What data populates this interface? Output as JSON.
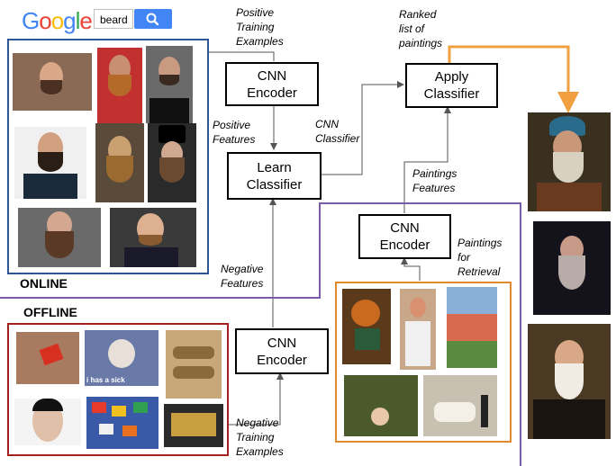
{
  "search": {
    "logo_letters": [
      {
        "ch": "G",
        "color": "#4285F4"
      },
      {
        "ch": "o",
        "color": "#EA4335"
      },
      {
        "ch": "o",
        "color": "#FBBC05"
      },
      {
        "ch": "g",
        "color": "#4285F4"
      },
      {
        "ch": "l",
        "color": "#34A853"
      },
      {
        "ch": "e",
        "color": "#EA4335"
      }
    ],
    "query": "beard",
    "button_color": "#4285F4"
  },
  "boxes": {
    "cnn_encoder_top": [
      "CNN",
      "Encoder"
    ],
    "learn_classifier": [
      "Learn",
      "Classifier"
    ],
    "apply_classifier": [
      "Apply",
      "Classifier"
    ],
    "cnn_encoder_right": [
      "CNN",
      "Encoder"
    ],
    "cnn_encoder_bottom": [
      "CNN",
      "Encoder"
    ]
  },
  "labels": {
    "positive_training": [
      "Positive",
      "Training",
      "Examples"
    ],
    "positive_features": [
      "Positive",
      "Features"
    ],
    "cnn_classifier": [
      "CNN",
      "Classifier"
    ],
    "ranked_list": [
      "Ranked",
      "list of",
      "paintings"
    ],
    "paintings_features": [
      "Paintings",
      "Features"
    ],
    "paintings_retrieval": [
      "Paintings",
      "for",
      "Retrieval"
    ],
    "negative_features": [
      "Negative",
      "Features"
    ],
    "negative_training": [
      "Negative",
      "Training",
      "Examples"
    ]
  },
  "sections": {
    "online": "ONLINE",
    "offline": "OFFLINE"
  },
  "thumbnail_caption": "i has a sick",
  "colors": {
    "positive_frame": "#2E5597",
    "negative_frame": "#A32020",
    "online_frame": "#7A5BA8",
    "retrieval_frame": "#E08A2E",
    "result_arrow": "#F0A040"
  }
}
